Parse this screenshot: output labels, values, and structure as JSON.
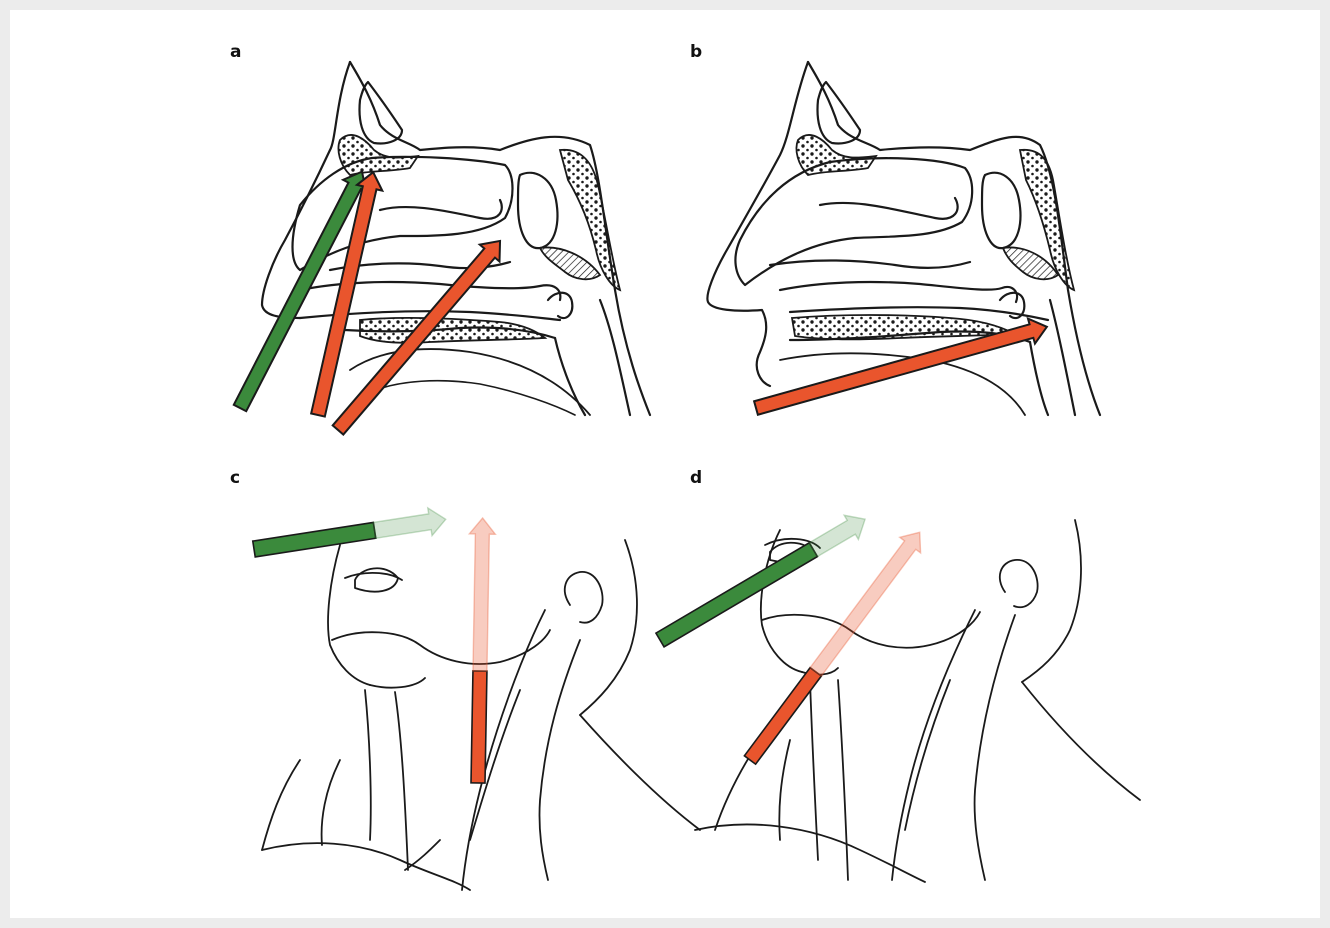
{
  "figure": {
    "panels": [
      {
        "label": "a"
      },
      {
        "label": "b"
      },
      {
        "label": "c"
      },
      {
        "label": "d"
      }
    ],
    "colors": {
      "safe_arrow": "#3b8a3c",
      "unsafe_arrow": "#e9552d",
      "line_art": "#1a1a1a",
      "background": "#ffffff",
      "border": "#ececec"
    },
    "icons": {
      "arrow_green": "arrow-green-icon",
      "arrow_red": "arrow-red-icon"
    }
  }
}
